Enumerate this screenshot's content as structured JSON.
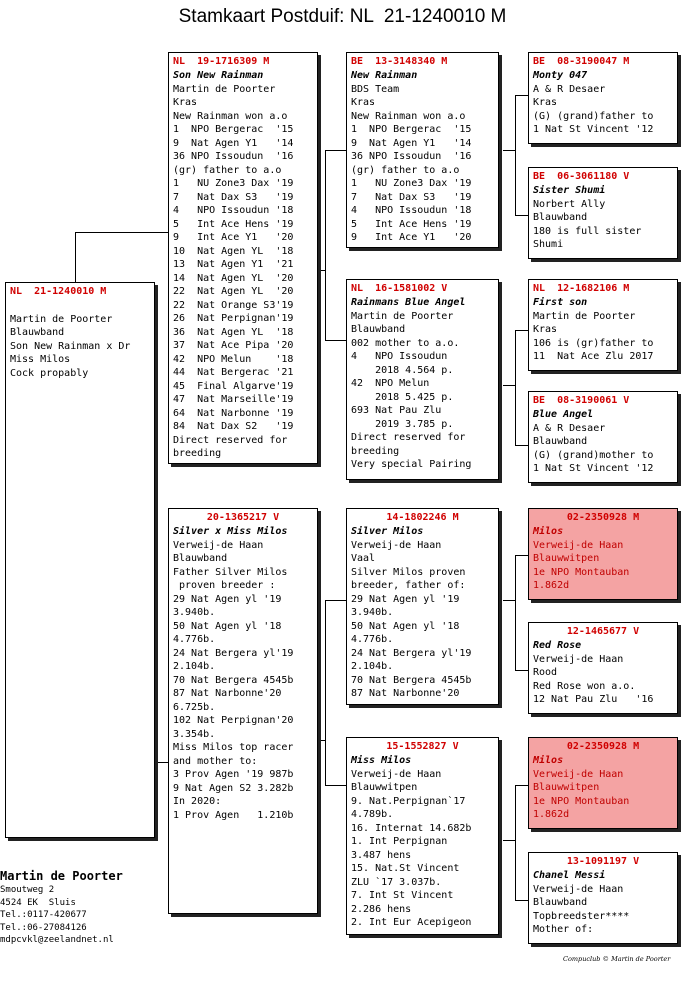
{
  "title": "Stamkaart Postduif: NL  21-1240010 M",
  "colors": {
    "ring": "#d00000",
    "highlight_bg": "#f4a3a3",
    "highlight_text": "#c00000"
  },
  "subject": {
    "ring": "NL  21-1240010 M",
    "lines": [
      "",
      "Martin de Poorter",
      "Blauwband",
      "Son New Rainman x Dr",
      "Miss Milos",
      "Cock propably"
    ]
  },
  "father": {
    "ring": "NL  19-1716309 M",
    "name": "Son New Rainman",
    "lines": [
      "Martin de Poorter",
      "Kras",
      "New Rainman won a.o",
      "1  NPO Bergerac  '15",
      "9  Nat Agen Y1   '14",
      "36 NPO Issoudun  '16",
      "(gr) father to a.o",
      "1   NU Zone3 Dax '19",
      "7   Nat Dax S3   '19",
      "4   NPO Issoudun '18",
      "5   Int Ace Hens '19",
      "9   Int Ace Y1   '20",
      "10  Nat Agen YL  '18",
      "13  Nat Agen Y1  '21",
      "14  Nat Agen YL  '20",
      "22  Nat Agen YL  '20",
      "22  Nat Orange S3'19",
      "26  Nat Perpignan'19",
      "36  Nat Agen YL  '18",
      "37  Nat Ace Pipa '20",
      "42  NPO Melun    '18",
      "44  Nat Bergerac '21",
      "45  Final Algarve'19",
      "47  Nat Marseille'19",
      "64  Nat Narbonne '19",
      "84  Nat Dax S2   '19",
      "Direct reserved for",
      "breeding"
    ]
  },
  "mother": {
    "ring": "20-1365217 V",
    "name": "Silver x Miss Milos",
    "lines": [
      "Verweij-de Haan",
      "Blauwband",
      "Father Silver Milos",
      " proven breeder :",
      "29 Nat Agen yl '19",
      "3.940b.",
      "50 Nat Agen yl '18",
      "4.776b.",
      "24 Nat Bergera yl'19",
      "2.104b.",
      "70 Nat Bergera 4545b",
      "87 Nat Narbonne'20",
      "6.725b.",
      "102 Nat Perpignan'20",
      "3.354b.",
      "Miss Milos top racer",
      "and mother to:",
      "3 Prov Agen '19 987b",
      "9 Nat Agen S2 3.282b",
      "In 2020:",
      "1 Prov Agen   1.210b"
    ]
  },
  "ff": {
    "ring": "BE  13-3148340 M",
    "name": "New Rainman",
    "lines": [
      "BDS Team",
      "Kras",
      "New Rainman won a.o",
      "1  NPO Bergerac  '15",
      "9  Nat Agen Y1   '14",
      "36 NPO Issoudun  '16",
      "(gr) father to a.o",
      "1   NU Zone3 Dax '19",
      "7   Nat Dax S3   '19",
      "4   NPO Issoudun '18",
      "5   Int Ace Hens '19",
      "9   Int Ace Y1   '20"
    ]
  },
  "fm": {
    "ring": "NL  16-1581002 V",
    "name": "Rainmans Blue Angel",
    "lines": [
      "Martin de Poorter",
      "Blauwband",
      "002 mother to a.o.",
      "4   NPO Issoudun",
      "    2018 4.564 p.",
      "42  NPO Melun",
      "    2018 5.425 p.",
      "693 Nat Pau Zlu",
      "    2019 3.785 p.",
      "Direct reserved for",
      "breeding",
      "Very special Pairing"
    ]
  },
  "mf": {
    "ring": "14-1802246 M",
    "name": "Silver Milos",
    "lines": [
      "Verweij-de Haan",
      "Vaal",
      "Silver Milos proven",
      "breeder, father of:",
      "29 Nat Agen yl '19",
      "3.940b.",
      "50 Nat Agen yl '18",
      "4.776b.",
      "24 Nat Bergera yl'19",
      "2.104b.",
      "70 Nat Bergera 4545b",
      "87 Nat Narbonne'20"
    ]
  },
  "mm": {
    "ring": "15-1552827 V",
    "name": "Miss Milos",
    "lines": [
      "Verweij-de Haan",
      "Blauwwitpen",
      "9. Nat.Perpignan`17",
      "4.789b.",
      "16. Internat 14.682b",
      "1. Int Perpignan",
      "3.487 hens",
      "15. Nat.St Vincent",
      "ZLU `17 3.037b.",
      "7. Int St Vincent",
      "2.286 hens",
      "2. Int Eur Acepigeon"
    ]
  },
  "fff": {
    "ring": "BE  08-3190047 M",
    "name": "Monty 047",
    "lines": [
      "A & R Desaer",
      "Kras",
      "(G) (grand)father to",
      "1 Nat St Vincent '12"
    ]
  },
  "ffm": {
    "ring": "BE  06-3061180 V",
    "name": "Sister Shumi",
    "lines": [
      "Norbert Ally",
      "Blauwband",
      "180 is full sister",
      "Shumi"
    ]
  },
  "fmf": {
    "ring": "NL  12-1682106 M",
    "name": "First son",
    "lines": [
      "Martin de Poorter",
      "Kras",
      "106 is (gr)father to",
      "11  Nat Ace Zlu 2017"
    ]
  },
  "fmm": {
    "ring": "BE  08-3190061 V",
    "name": "Blue Angel",
    "lines": [
      "A & R Desaer",
      "Blauwband",
      "(G) (grand)mother to",
      "1 Nat St Vincent '12"
    ]
  },
  "mff": {
    "ring": "02-2350928 M",
    "name": "Milos",
    "lines": [
      "Verweij-de Haan",
      "Blauwwitpen",
      "1e NPO Montauban",
      "1.862d"
    ]
  },
  "mfm": {
    "ring": "12-1465677 V",
    "name": "Red Rose",
    "lines": [
      "Verweij-de Haan",
      "Rood",
      "Red Rose won a.o.",
      "12 Nat Pau Zlu   '16"
    ]
  },
  "mmf": {
    "ring": "02-2350928 M",
    "name": "Milos",
    "lines": [
      "Verweij-de Haan",
      "Blauwwitpen",
      "1e NPO Montauban",
      "1.862d"
    ]
  },
  "mmm": {
    "ring": "13-1091197 V",
    "name": "Chanel Messi",
    "lines": [
      "Verweij-de Haan",
      "Blauwband",
      "Topbreedster****",
      "Mother of:"
    ]
  },
  "owner": {
    "name": "Martin de Poorter",
    "lines": [
      "Smoutweg 2",
      "4524 EK  Sluis",
      "Tel.:0117-420677",
      "Tel.:06-27084126",
      "mdpcvkl@zeelandnet.nl"
    ]
  },
  "footer": "Compuclub © Martin de Poorter"
}
